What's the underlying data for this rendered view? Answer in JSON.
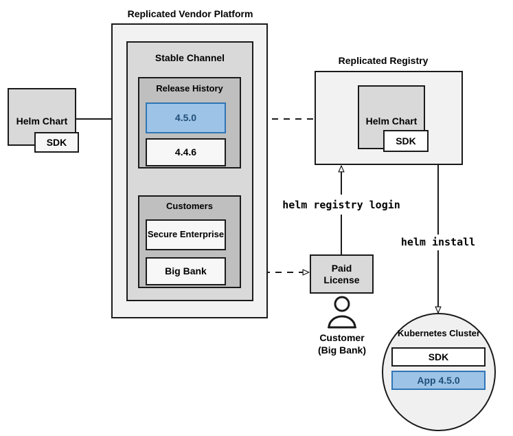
{
  "diagram": {
    "title": "Replicated Helm chart distribution and install flow",
    "background": "#ffffff"
  },
  "colors": {
    "stroke": "#1a1a1a",
    "level1_fill": "#f2f2f2",
    "level2_fill": "#d9d9d9",
    "level3_fill": "#bfbfbf",
    "inner_fill": "#f7f7f7",
    "highlight_fill": "#9dc3e6",
    "highlight_border": "#2e75b6",
    "highlight_text": "#1f4e79"
  },
  "titles": {
    "vendor_platform": "Replicated Vendor Platform",
    "replicated_registry": "Replicated Registry"
  },
  "vendor_platform": {
    "stable_channel": {
      "label": "Stable Channel",
      "release_history": {
        "label": "Release History",
        "releases": [
          {
            "version": "4.5.0",
            "highlighted": true
          },
          {
            "version": "4.4.6",
            "highlighted": false
          }
        ]
      },
      "customers": {
        "label": "Customers",
        "entries": [
          {
            "name": "Secure Enterprise"
          },
          {
            "name": "Big Bank"
          }
        ]
      }
    }
  },
  "source_chart": {
    "label": "Helm Chart",
    "sdk_label": "SDK"
  },
  "registry": {
    "chart": {
      "label": "Helm Chart",
      "sdk_label": "SDK"
    }
  },
  "license": {
    "label_line1": "Paid",
    "label_line2": "License"
  },
  "customer_actor": {
    "caption_line1": "Customer",
    "caption_line2": "(Big Bank)",
    "icon": "person-icon"
  },
  "cluster": {
    "label": "Kubernetes Cluster",
    "components": [
      {
        "name": "SDK",
        "highlighted": false
      },
      {
        "name": "App 4.5.0",
        "highlighted": true
      }
    ]
  },
  "commands": {
    "registry_login": "helm registry login",
    "install": "helm install"
  },
  "edges": [
    {
      "id": "chart-to-release",
      "from": "source_chart",
      "to": "release-4.5.0",
      "style": "solid",
      "arrow": "filled"
    },
    {
      "id": "release-to-registry",
      "from": "release-4.5.0",
      "to": "registry-chart",
      "style": "dashed",
      "arrow": "filled"
    },
    {
      "id": "bigbank-to-license",
      "from": "customer-big-bank",
      "to": "paid-license",
      "style": "dashed",
      "arrow": "open"
    },
    {
      "id": "license-to-registry",
      "from": "paid-license",
      "to": "replicated-registry",
      "style": "solid",
      "arrow": "open",
      "label": "helm registry login"
    },
    {
      "id": "registry-to-cluster",
      "from": "replicated-registry",
      "to": "kubernetes-cluster",
      "style": "solid",
      "arrow": "open",
      "label": "helm install"
    }
  ]
}
